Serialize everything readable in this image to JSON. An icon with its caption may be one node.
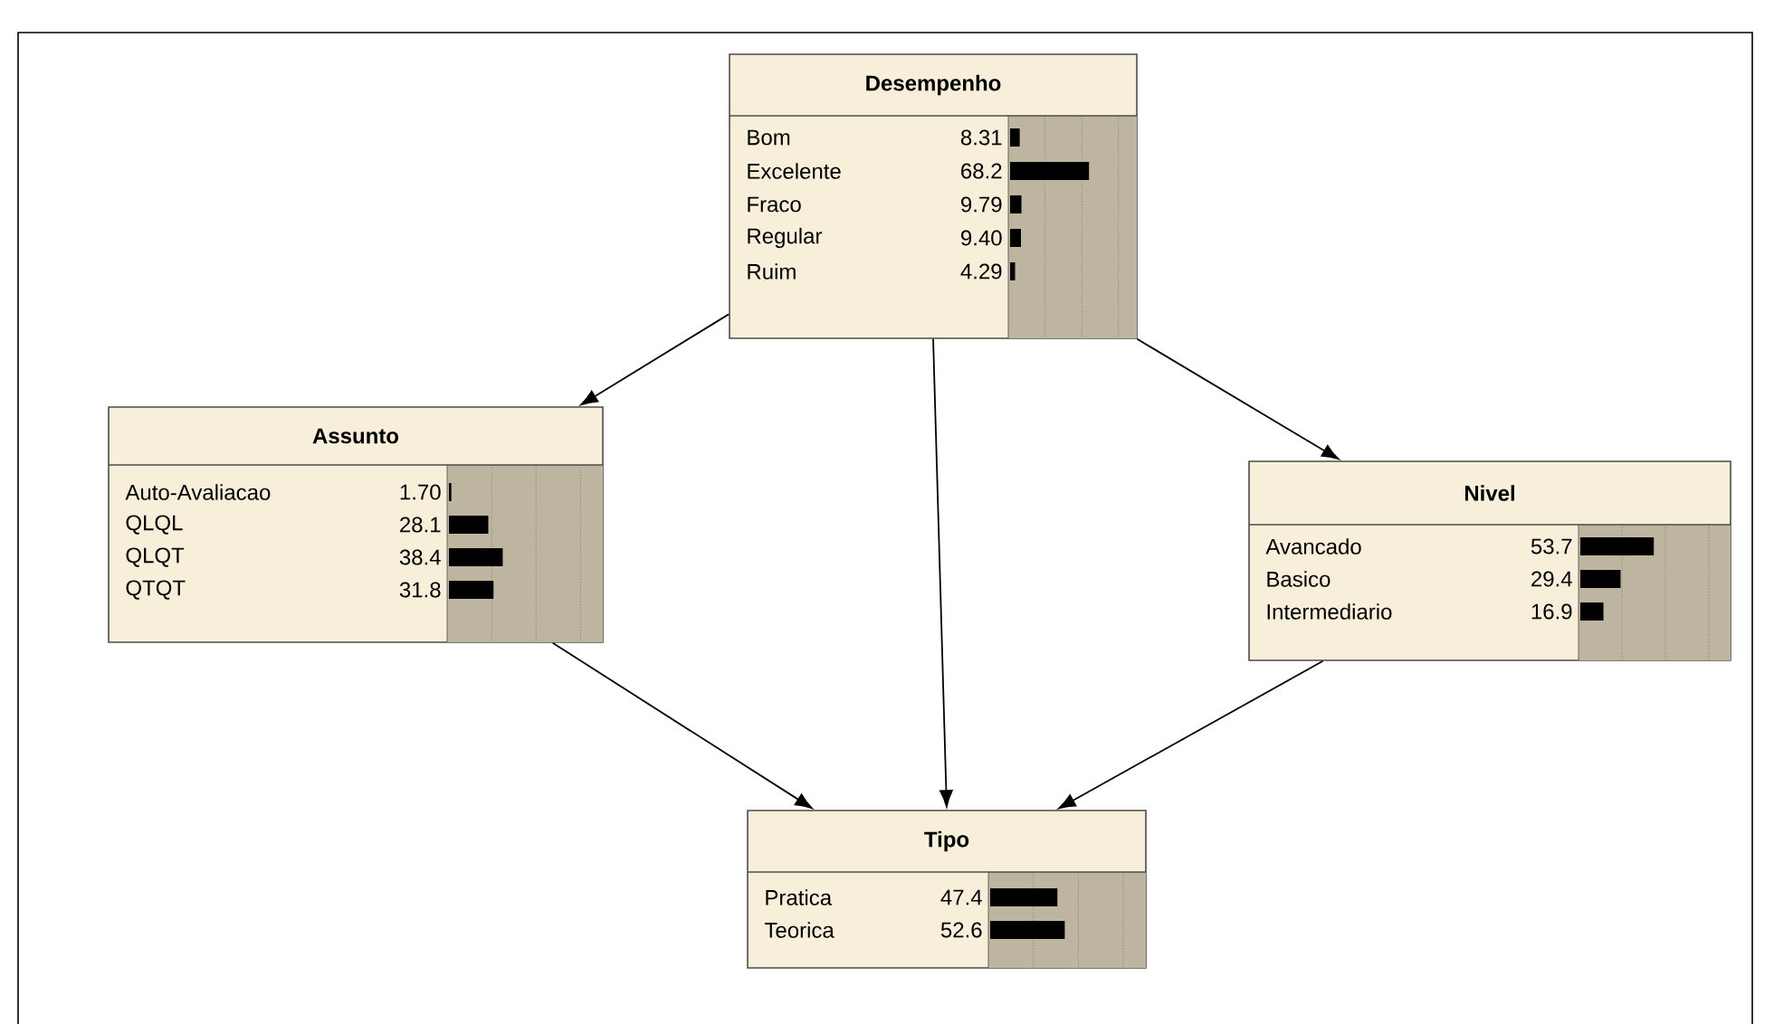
{
  "diagram": {
    "nodes": [
      {
        "text": [
          "Desempenho",
          "Bom",
          "8.31",
          "Excelente",
          "68.2",
          "Fraco",
          "9.79",
          "Regular",
          "9.40",
          "Ruim",
          "4.29"
        ]
      },
      {
        "text": [
          "Assunto",
          "Auto-Avaliacao",
          "1.70",
          "QLQL",
          "28.1",
          "QLQT",
          "38.4",
          "QTQT",
          "31.8"
        ]
      },
      {
        "text": [
          "Nivel",
          "Avancado",
          "53.7",
          "Basico",
          "29.4",
          "Intermediario",
          "16.9"
        ]
      },
      {
        "text": [
          "Tipo",
          "Pratica",
          "47.4",
          "Teorica",
          "52.6"
        ]
      }
    ],
    "edges": [
      {
        "from": 0,
        "to": 1,
        "arrow": "to"
      },
      {
        "from": 0,
        "to": 2,
        "arrow": "to"
      },
      {
        "from": 0,
        "to": 3,
        "arrow": "to"
      },
      {
        "from": 1,
        "to": 3,
        "arrow": "to"
      },
      {
        "from": 2,
        "to": 3,
        "arrow": "to"
      }
    ]
  }
}
